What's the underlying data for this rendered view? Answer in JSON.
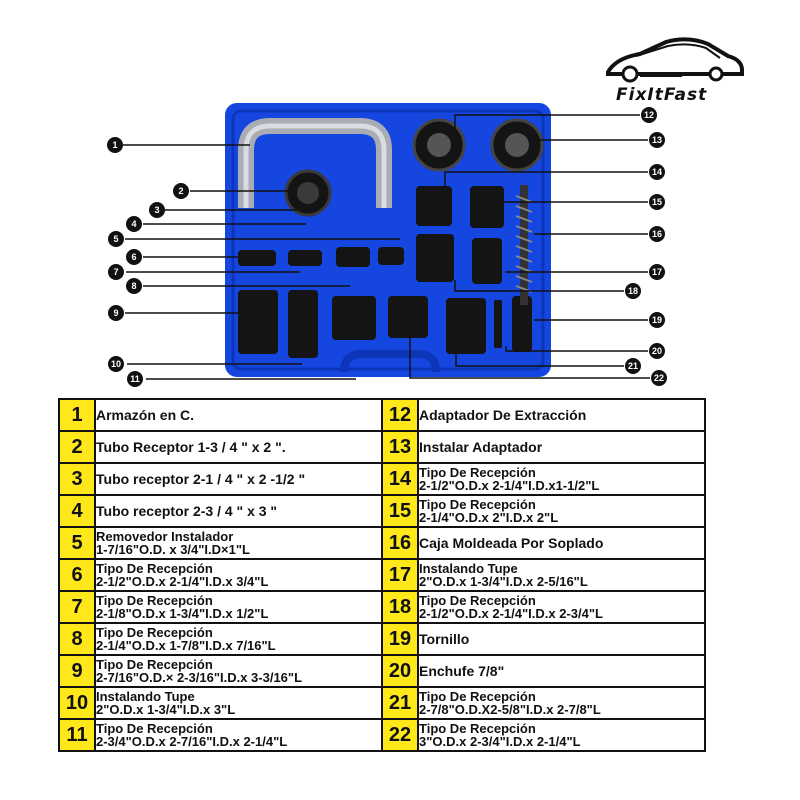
{
  "brand": {
    "name": "FixItFast"
  },
  "colors": {
    "case_blue": "#1546e0",
    "number_yellow": "#ffe81a",
    "tool_black": "#111111"
  },
  "callouts": [
    "1",
    "2",
    "3",
    "4",
    "5",
    "6",
    "7",
    "8",
    "9",
    "10",
    "11",
    "12",
    "13",
    "14",
    "15",
    "16",
    "17",
    "18",
    "19",
    "20",
    "21",
    "22"
  ],
  "rows": [
    {
      "left": {
        "num": "1",
        "text": "Armazón en C."
      },
      "right": {
        "num": "12",
        "text": "Adaptador De Extracción"
      }
    },
    {
      "left": {
        "num": "2",
        "text": "Tubo Receptor 1-3 / 4 \" x 2 \"."
      },
      "right": {
        "num": "13",
        "text": "Instalar Adaptador"
      }
    },
    {
      "left": {
        "num": "3",
        "text": "Tubo receptor 2-1 / 4 \" x 2 -1/2 \""
      },
      "right": {
        "num": "14",
        "text": "Tipo De Recepción\n2-1/2\"O.D.x 2-1/4\"I.D.x1-1/2\"L"
      }
    },
    {
      "left": {
        "num": "4",
        "text": "Tubo receptor 2-3 / 4 \" x 3 \""
      },
      "right": {
        "num": "15",
        "text": "Tipo De Recepción\n2-1/4\"O.D.x 2\"I.D.x 2\"L"
      }
    },
    {
      "left": {
        "num": "5",
        "text": "Removedor Instalador\n1-7/16\"O.D. x 3/4\"I.D×1\"L"
      },
      "right": {
        "num": "16",
        "text": "Caja Moldeada Por Soplado"
      }
    },
    {
      "left": {
        "num": "6",
        "text": "Tipo De Recepción\n2-1/2\"O.D.x 2-1/4\"I.D.x 3/4\"L"
      },
      "right": {
        "num": "17",
        "text": "Instalando Tupe\n2\"O.D.x 1-3/4\"I.D.x 2-5/16\"L"
      }
    },
    {
      "left": {
        "num": "7",
        "text": "Tipo De Recepción\n2-1/8\"O.D.x 1-3/4\"I.D.x 1/2\"L"
      },
      "right": {
        "num": "18",
        "text": "Tipo De Recepción\n2-1/2\"O.D.x 2-1/4\"I.D.x 2-3/4\"L"
      }
    },
    {
      "left": {
        "num": "8",
        "text": "Tipo De Recepción\n2-1/4\"O.D.x 1-7/8\"I.D.x 7/16\"L"
      },
      "right": {
        "num": "19",
        "text": "Tornillo"
      }
    },
    {
      "left": {
        "num": "9",
        "text": "Tipo De Recepción\n2-7/16\"O.D.× 2-3/16\"I.D.x 3-3/16\"L"
      },
      "right": {
        "num": "20",
        "text": "Enchufe 7/8\""
      }
    },
    {
      "left": {
        "num": "10",
        "text": "Instalando Tupe\n2\"O.D.x 1-3/4\"I.D.x 3\"L"
      },
      "right": {
        "num": "21",
        "text": "Tipo De Recepción\n2-7/8\"O.D.X2-5/8\"I.D.x 2-7/8\"L"
      }
    },
    {
      "left": {
        "num": "11",
        "text": "Tipo De Recepción\n2-3/4\"O.D.x 2-7/16\"I.D.x 2-1/4\"L"
      },
      "right": {
        "num": "22",
        "text": "Tipo De Recepción\n3\"O.D.x 2-3/4\"I.D.x 2-1/4\"L"
      }
    }
  ]
}
